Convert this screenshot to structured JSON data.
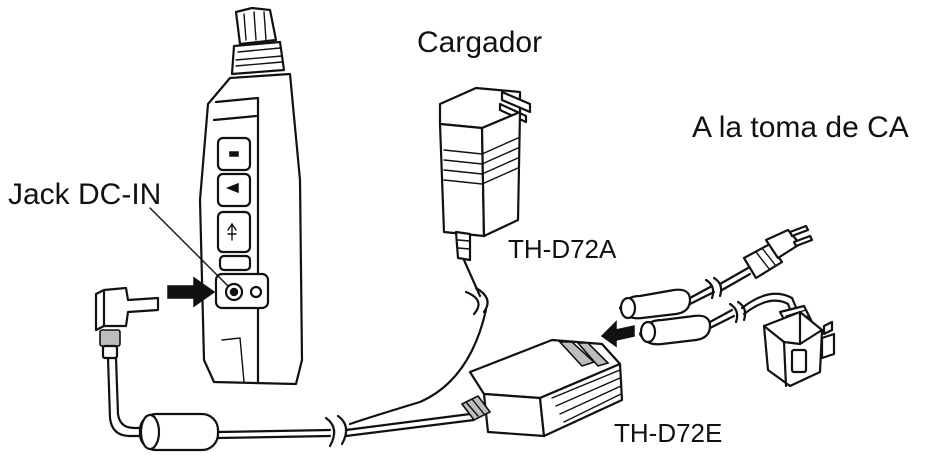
{
  "labels": {
    "charger": "Cargador",
    "ac_outlet": "A la toma de CA",
    "dc_in_jack": "Jack DC-IN",
    "model_a": "TH-D72A",
    "model_e": "TH-D72E"
  },
  "colors": {
    "line": "#111111",
    "background": "#ffffff",
    "shade": "#bdbdbd"
  },
  "icons": [
    "radio-transceiver",
    "ac-adapter-plug",
    "arrow-right-icon",
    "arrow-left-icon"
  ]
}
